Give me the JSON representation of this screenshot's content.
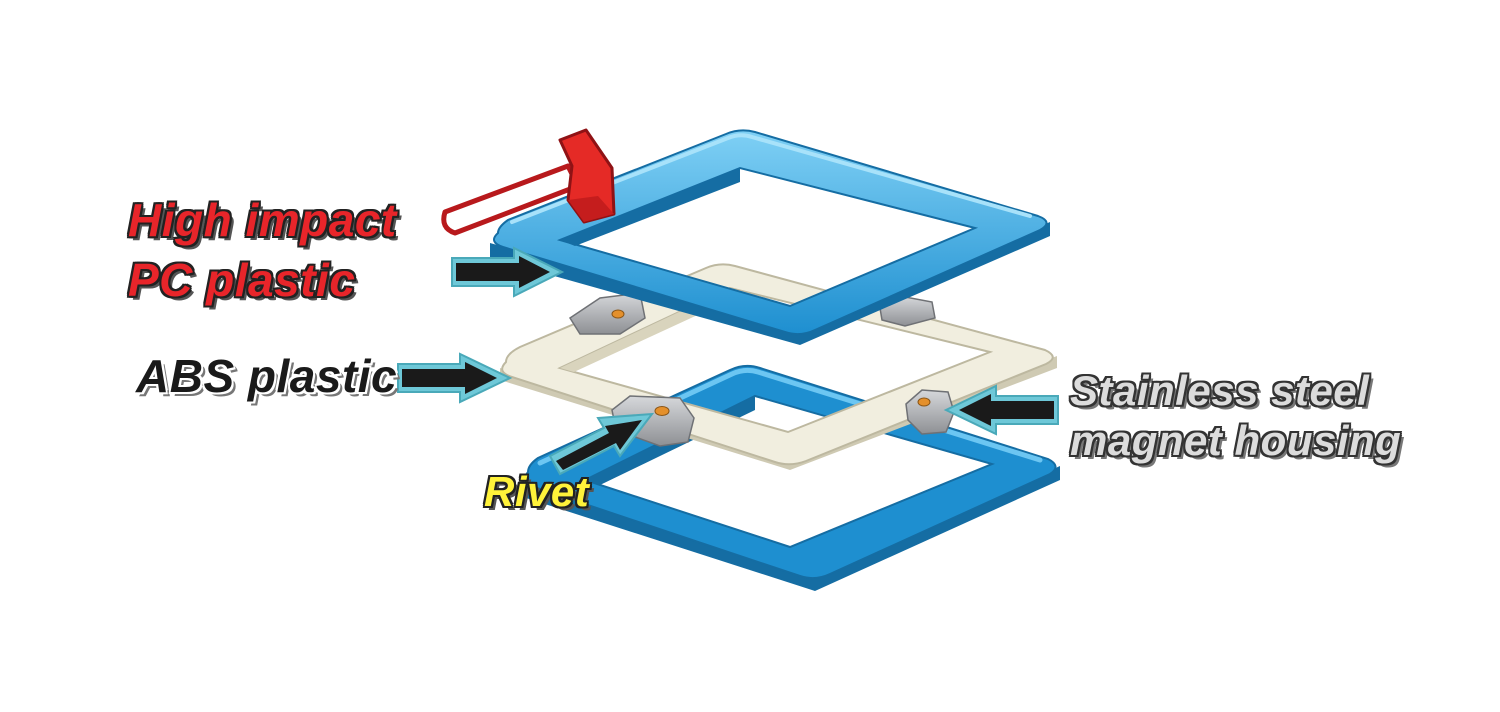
{
  "labels": {
    "pc_line1": "High impact",
    "pc_line2": "PC plastic",
    "abs": "ABS plastic",
    "steel_line1": "Stainless steel",
    "steel_line2": "magnet housing",
    "rivet": "Rivet"
  },
  "colors": {
    "frame_blue": "#1e8fd0",
    "frame_blue_light": "#5cc0ee",
    "frame_blue_dark": "#156da3",
    "abs_cream": "#f1eedf",
    "abs_shadow": "#cfcab3",
    "steel": "#a8aaae",
    "rivet_orange": "#e4902c",
    "hammer_red": "#e52a26",
    "label_red": "#e8252a",
    "label_yellow": "#fff23a",
    "arrow_outline": "#6ec8d8",
    "arrow_fill": "#1a1a1a"
  },
  "icons": [
    "hammer-icon",
    "arrow-icon"
  ]
}
